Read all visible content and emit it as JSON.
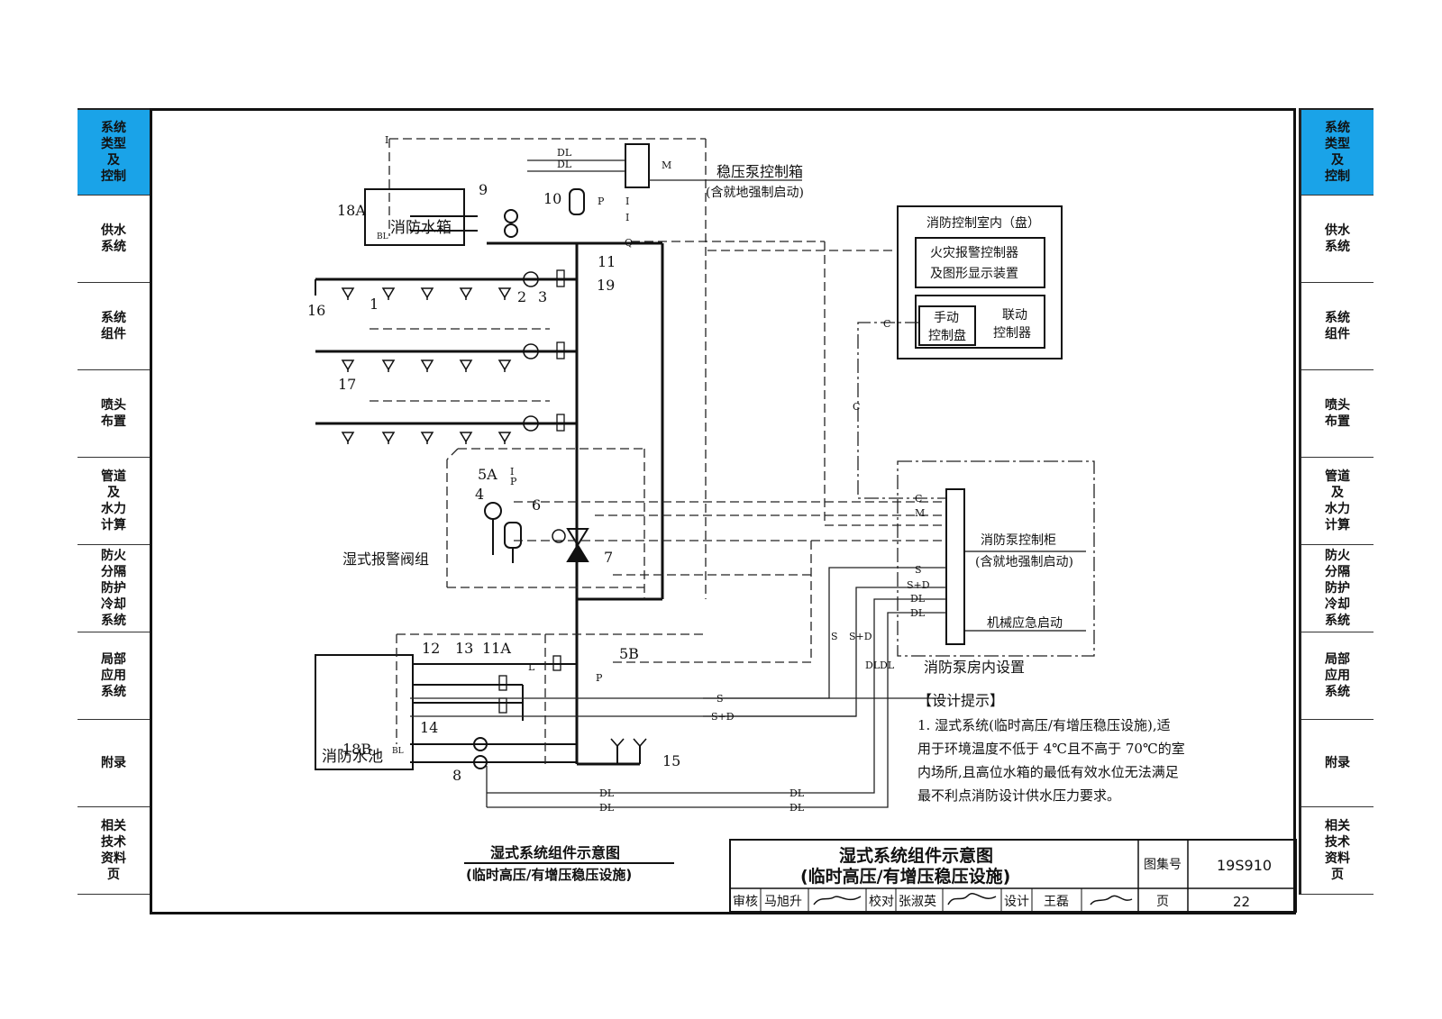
{
  "nav": {
    "items": [
      {
        "label": "系统\n类型\n及\n控制",
        "active": true
      },
      {
        "label": "供水\n系统"
      },
      {
        "label": "系统\n组件"
      },
      {
        "label": "喷头\n布置"
      },
      {
        "label": "管道\n及\n水力\n计算"
      },
      {
        "label": "防火\n分隔\n防护\n冷却\n系统"
      },
      {
        "label": "局部\n应用\n系统"
      },
      {
        "label": "附录"
      },
      {
        "label": "相关\n技术\n资料\n页"
      }
    ]
  },
  "diagram": {
    "tank": "消防水箱",
    "pool": "消防水池",
    "jockey_box": "稳压泵控制箱",
    "jockey_box_note": "(含就地强制启动)",
    "control_room": "消防控制室内（盘）",
    "fire_alarm": [
      "火灾报警控制器",
      "及图形显示装置"
    ],
    "manual_panel": [
      "手动",
      "控制盘"
    ],
    "linkage": [
      "联动",
      "控制器"
    ],
    "pump_cabinet": "消防泵控制柜",
    "pump_cabinet_note": "(含就地强制启动)",
    "mech_start": "机械应急启动",
    "pump_room": "消防泵房内设置",
    "alarm_valve_group": "湿式报警阀组",
    "labels": {
      "n1": "1",
      "n2": "2",
      "n3": "3",
      "n4": "4",
      "n5A": "5A",
      "n5B": "5B",
      "n6": "6",
      "n7": "7",
      "n8": "8",
      "n9": "9",
      "n10": "10",
      "n11": "11",
      "n11A": "11A",
      "n12": "12",
      "n13": "13",
      "n14": "14",
      "n15": "15",
      "n16": "16",
      "n17": "17",
      "n18A": "18A",
      "n18B": "18B",
      "n19": "19"
    },
    "signals": {
      "DL": "DL",
      "C": "C",
      "S": "S",
      "SD": "S+D",
      "M": "M",
      "I": "I",
      "P": "P",
      "L": "L",
      "Q": "Q",
      "BL": "BL"
    }
  },
  "notes": {
    "heading": "【设计提示】",
    "lines": [
      "1. 湿式系统(临时高压/有增压稳压设施),适",
      "用于环境温度不低于 4℃且不高于 70℃的室",
      "内场所,且高位水箱的最低有效水位无法满足",
      "最不利点消防设计供水压力要求。"
    ]
  },
  "caption": {
    "title": "湿式系统组件示意图",
    "subtitle": "(临时高压/有增压稳压设施)"
  },
  "title_block": {
    "title": "湿式系统组件示意图",
    "subtitle": "(临时高压/有增压稳压设施)",
    "atlas_label": "图集号",
    "atlas_no": "19S910",
    "review_label": "审核",
    "reviewer": "马旭升",
    "check_label": "校对",
    "checker": "张淑英",
    "design_label": "设计",
    "designer": "王磊",
    "page_label": "页",
    "page_no": "22"
  }
}
